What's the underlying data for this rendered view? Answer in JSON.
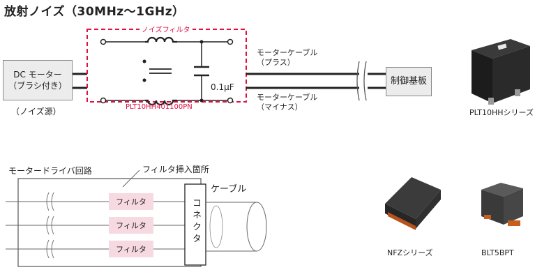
{
  "title": "放射ノイズ（30MHz〜1GHz）",
  "circuit": {
    "motor_box": [
      "DC モーター",
      "（ブラシ付き）"
    ],
    "noise_source": "（ノイズ源）",
    "filter_label": "ノイズフィルタ",
    "part_number": "PLT10HH401100PN",
    "capacitor": "0.1µF",
    "cable_plus": [
      "モーターケーブル",
      "（プラス）"
    ],
    "cable_minus": [
      "モーターケーブル",
      "（マイナス）"
    ],
    "board": "制御基板"
  },
  "lower": {
    "driver": "モータードライバ回路",
    "insert_point": "フィルタ挿入箇所",
    "cable": "ケーブル",
    "filters": [
      "フィルタ",
      "フィルタ",
      "フィルタ"
    ],
    "connector": "コネクタ"
  },
  "products": {
    "plt": "PLT10HHシリーズ",
    "nfz": "NFZシリーズ",
    "blt": "BLT5BPT"
  },
  "colors": {
    "accent": "#e01040",
    "filter_fill": "#f7d9e1",
    "box_fill": "#ececec"
  }
}
